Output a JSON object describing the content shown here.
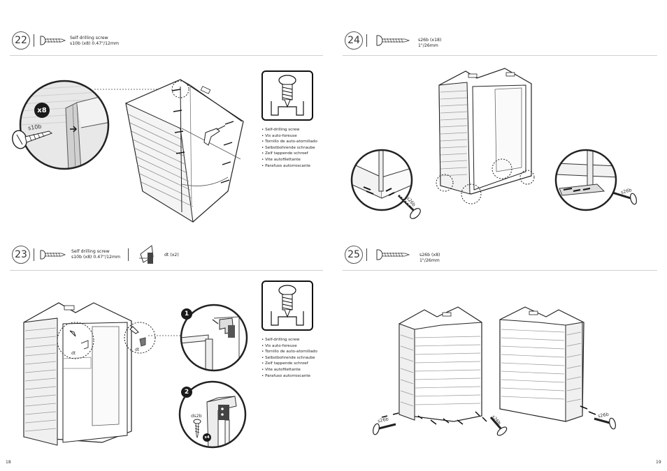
{
  "page_left": "18",
  "page_right": "19",
  "step22": {
    "number": "22",
    "spec_line1": "Self drilling screw",
    "spec_line2": "s10b (x8) 0.47\"/12mm",
    "zoom_qty": "x8",
    "zoom_label": "s10b"
  },
  "step23": {
    "number": "23",
    "spec_line1": "Self drilling screw",
    "spec_line2": "s10b (x8) 0.47\"/12mm",
    "part_label": "dt (x2)",
    "detail1": "1",
    "detail2": "2",
    "label_dt_left": "dt",
    "label_dt_right": "dt",
    "screw_label": "ds2b",
    "screw_qty": "x4"
  },
  "step24": {
    "number": "24",
    "spec_line1": "s26b (x18)",
    "spec_line2": "1\"/26mm",
    "label_left": "s26b",
    "label_right": "s26b"
  },
  "step25": {
    "number": "25",
    "spec_line1": "s26b (x8)",
    "spec_line2": "1\"/26mm",
    "label_a": "s26b",
    "label_b": "s26b",
    "label_c": "s26b"
  },
  "bullets": [
    "• Self-drilling screw",
    "• Vis auto-foreuse",
    "• Tornillo de auto-atornillado",
    "• Selbstbohrende schraube",
    "• Zelf tappende schroef",
    "• Vite autofilettante",
    "• Parafuso autorroscante"
  ]
}
